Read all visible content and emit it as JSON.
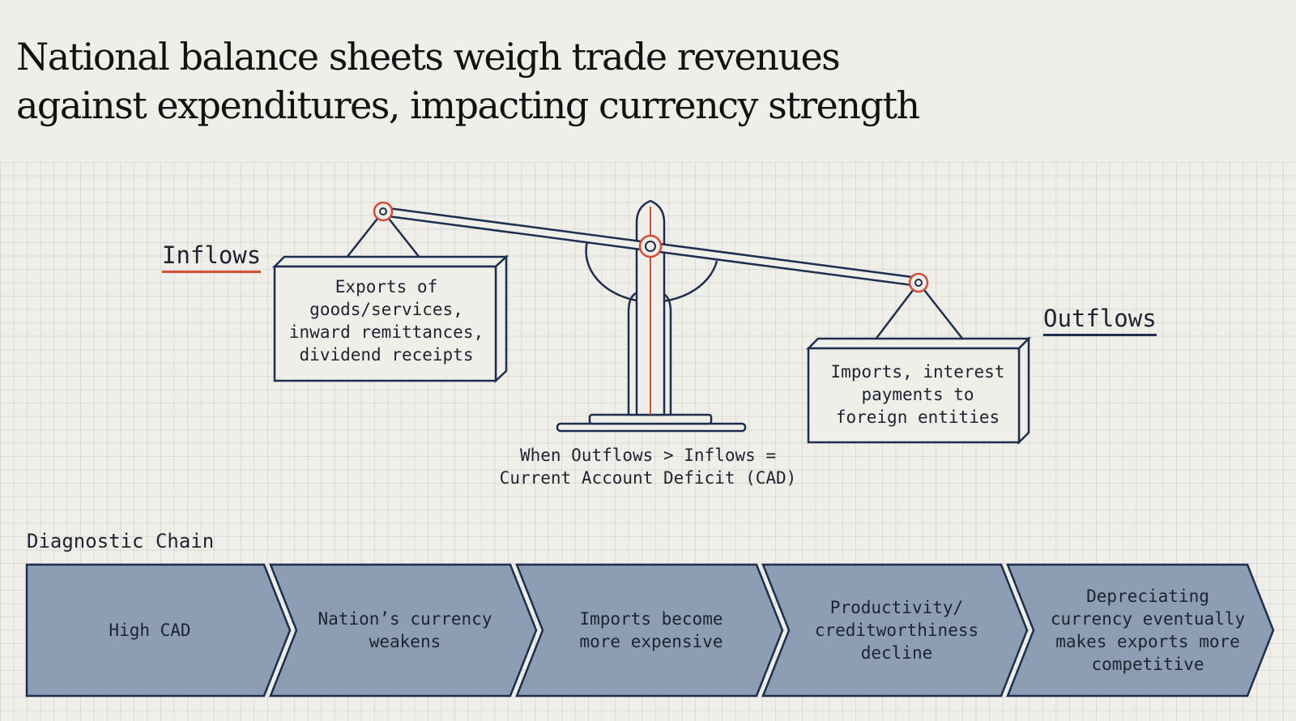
{
  "title": {
    "line1": "National balance sheets weigh trade revenues",
    "line2": "against expenditures, impacting currency strength"
  },
  "scale": {
    "inflows_label": "Inflows",
    "outflows_label": "Outflows",
    "inflows_box": "Exports of\ngoods/services,\ninward remittances,\ndividend receipts",
    "outflows_box": "Imports, interest\npayments to\nforeign entities",
    "deficit_line1": "When Outflows > Inflows =",
    "deficit_line2": "Current Account Deficit (CAD)"
  },
  "diagnostic_chain": {
    "title": "Diagnostic Chain",
    "steps": [
      "High CAD",
      "Nation’s currency\nweakens",
      "Imports become\nmore expensive",
      "Productivity/\ncreditworthiness\ndecline",
      "Depreciating\ncurrency eventually\nmakes exports more\ncompetitive"
    ]
  },
  "colors": {
    "navy": "#1d2e4f",
    "accent_red": "#d64c35",
    "chevron_fill": "#8d9db3",
    "background": "#efeee9"
  }
}
